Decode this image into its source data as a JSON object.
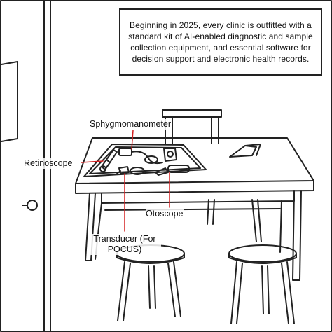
{
  "caption": {
    "text": "Beginning in 2025, every clinic is outfitted with a standard kit of AI-enabled diagnostic and sample collection equipment, and essential software for decision support and electronic health records."
  },
  "labels": {
    "sphygmomanometer": "Sphygmomanometer",
    "retinoscope": "Retinoscope",
    "otoscope": "Otoscope",
    "transducer": "Transducer (For POCUS)"
  },
  "colors": {
    "leader_line": "#d42020",
    "ink": "#222222",
    "background": "#ffffff"
  }
}
